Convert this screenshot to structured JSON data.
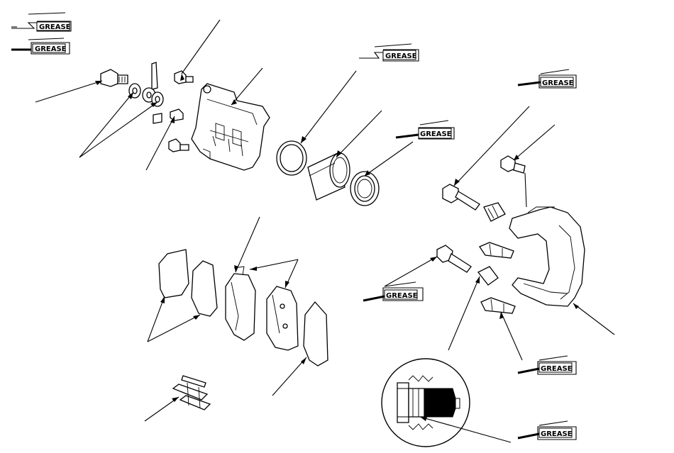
{
  "grease_label": "GREASE",
  "legend": {
    "grease": "GREASE",
    "silicone_grease": "GREASE"
  },
  "callouts": {
    "piston_seal": "GREASE",
    "piston_boot": "GREASE",
    "upper_pin": "GREASE",
    "pin_bolt": "GREASE",
    "lower_pin": "GREASE",
    "pad_retainer": "GREASE",
    "boot_detail": "GREASE"
  }
}
